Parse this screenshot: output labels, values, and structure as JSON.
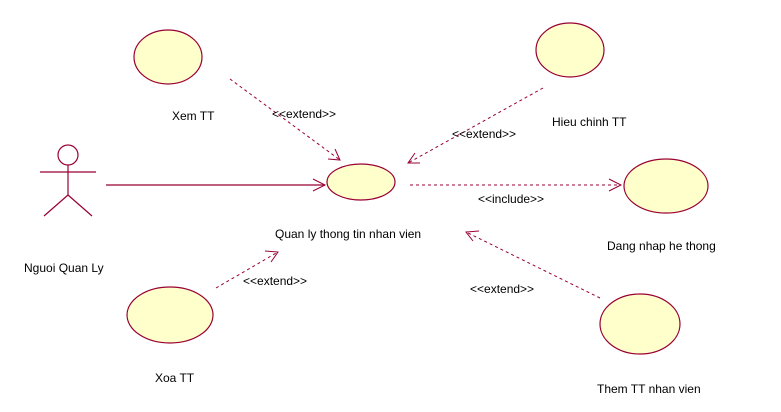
{
  "actor": {
    "name": "Nguoi Quan Ly",
    "icon": "stick-figure-actor"
  },
  "use_cases": {
    "main": "Quan ly thong tin nhan vien",
    "view": "Xem TT",
    "edit": "Hieu chinh TT",
    "login": "Dang nhap he thong",
    "delete": "Xoa TT",
    "add": "Them TT nhan vien"
  },
  "relations": {
    "view_extend": "<<extend>>",
    "edit_extend": "<<extend>>",
    "login_include": "<<include>>",
    "delete_extend": "<<extend>>",
    "add_extend": "<<extend>>"
  },
  "colors": {
    "fill": "#ffffcc",
    "stroke": "#990033"
  }
}
